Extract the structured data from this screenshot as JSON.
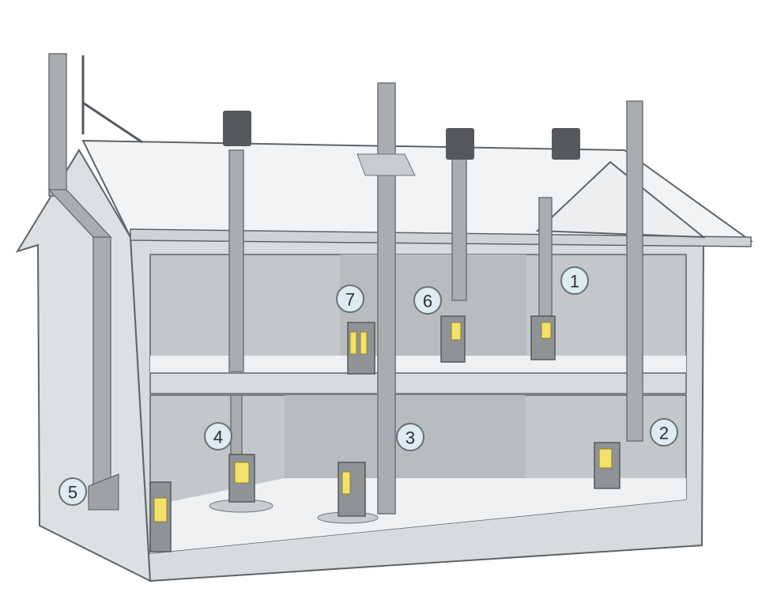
{
  "diagram": {
    "type": "house-chimney-flue-installations",
    "labels": [
      "1",
      "2",
      "3",
      "4",
      "5",
      "6",
      "7"
    ],
    "colors": {
      "wall": "#d7dbde",
      "room": "#c3c7cb",
      "outline": "#5f6468",
      "label_fill": "#dcecf2",
      "stove_window": "#f3e26a"
    }
  }
}
